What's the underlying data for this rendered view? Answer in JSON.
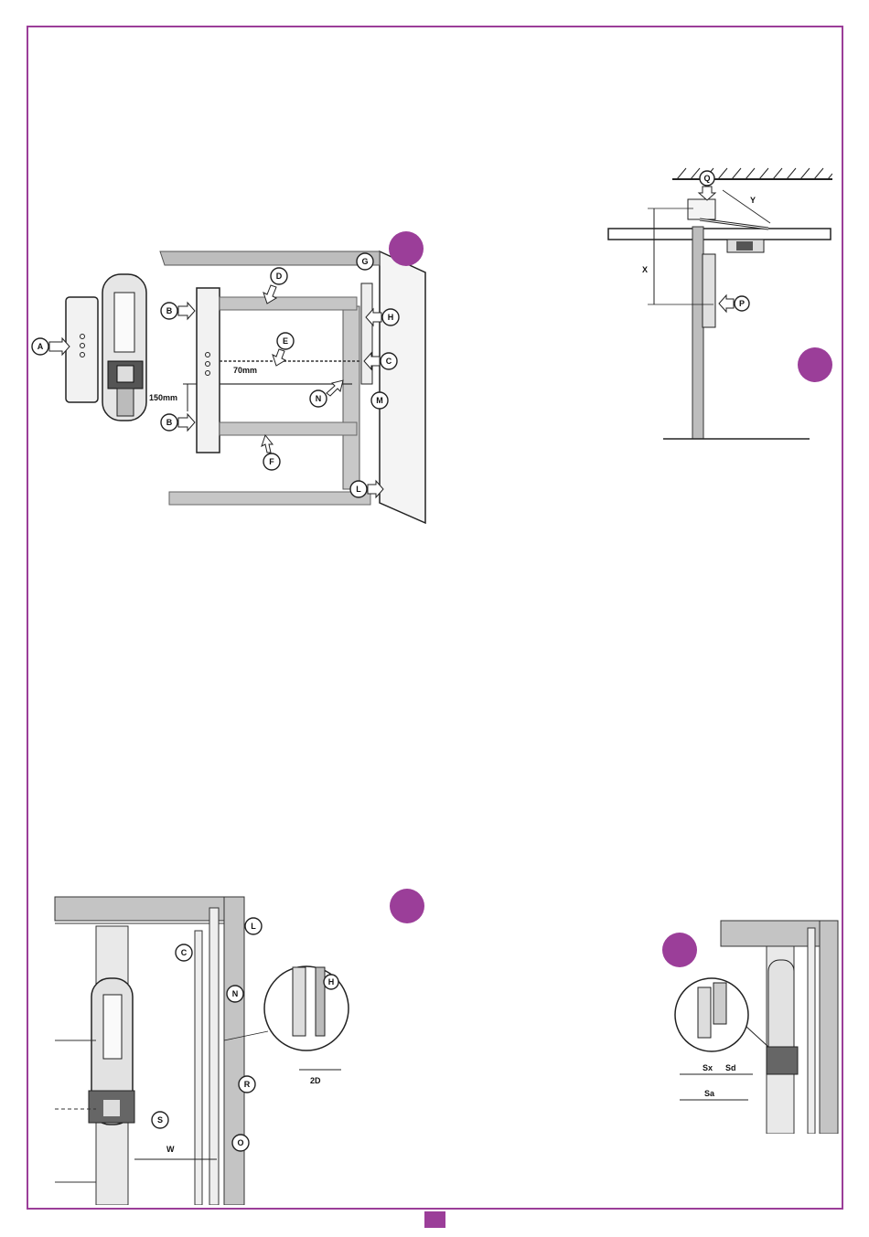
{
  "page": {
    "accent_color": "#9b3e99",
    "figures": [
      {
        "id": "fig-1",
        "callouts": [
          "A",
          "B",
          "D",
          "G",
          "H",
          "E",
          "C",
          "N",
          "M",
          "B",
          "F",
          "L"
        ],
        "dimensions": [
          "70mm",
          "150mm"
        ]
      },
      {
        "id": "fig-2",
        "callouts": [
          "Q",
          "P"
        ],
        "dimensions": [
          "X",
          "Y"
        ]
      },
      {
        "id": "fig-3",
        "callouts": [
          "L",
          "C",
          "N",
          "H",
          "R",
          "S",
          "O"
        ],
        "dimensions": [
          "W",
          "2D"
        ]
      },
      {
        "id": "fig-4",
        "callouts": [],
        "dimensions": [
          "Sx",
          "Sd",
          "Sa"
        ]
      }
    ]
  }
}
